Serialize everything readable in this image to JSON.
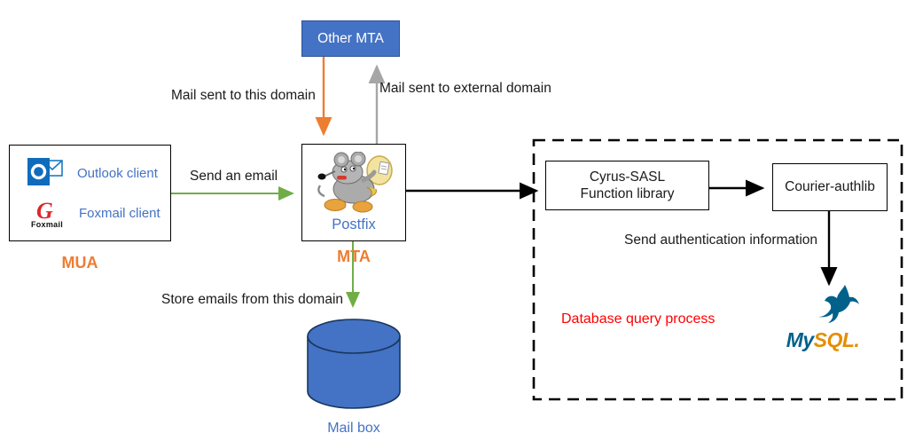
{
  "colors": {
    "accent_blue": "#4472C4",
    "accent_blue_border": "#2E5597",
    "cylinder_border": "#17375E",
    "arrow_green": "#70AD47",
    "arrow_orange": "#ED7D31",
    "arrow_gray": "#A6A6A6",
    "arrow_black": "#000000",
    "caption_orange": "#ED7D31",
    "process_red": "#FF0000",
    "outlook_blue": "#0F6CBD",
    "foxmail_red": "#E0262C",
    "mysql_blue": "#01618A",
    "mysql_orange": "#E48E00"
  },
  "mua": {
    "outlook_label": "Outlook client",
    "foxmail_label": "Foxmail client",
    "foxmail_caption": "Foxmail",
    "caption": "MUA"
  },
  "other_mta": {
    "label": "Other MTA"
  },
  "postfix": {
    "label": "Postfix",
    "caption": "MTA"
  },
  "mailbox": {
    "label": "Mail box"
  },
  "edges": {
    "send_email": "Send an email",
    "mail_this_domain": "Mail sent to this domain",
    "mail_external": "Mail sent to external domain",
    "store_emails": "Store emails from this domain",
    "send_auth": "Send authentication information"
  },
  "auth_region": {
    "cyrus_line1": "Cyrus-SASL",
    "cyrus_line2": "Function library",
    "courier_label": "Courier-authlib",
    "process_label": "Database query process",
    "mysql_my": "My",
    "mysql_sql": "SQL."
  }
}
